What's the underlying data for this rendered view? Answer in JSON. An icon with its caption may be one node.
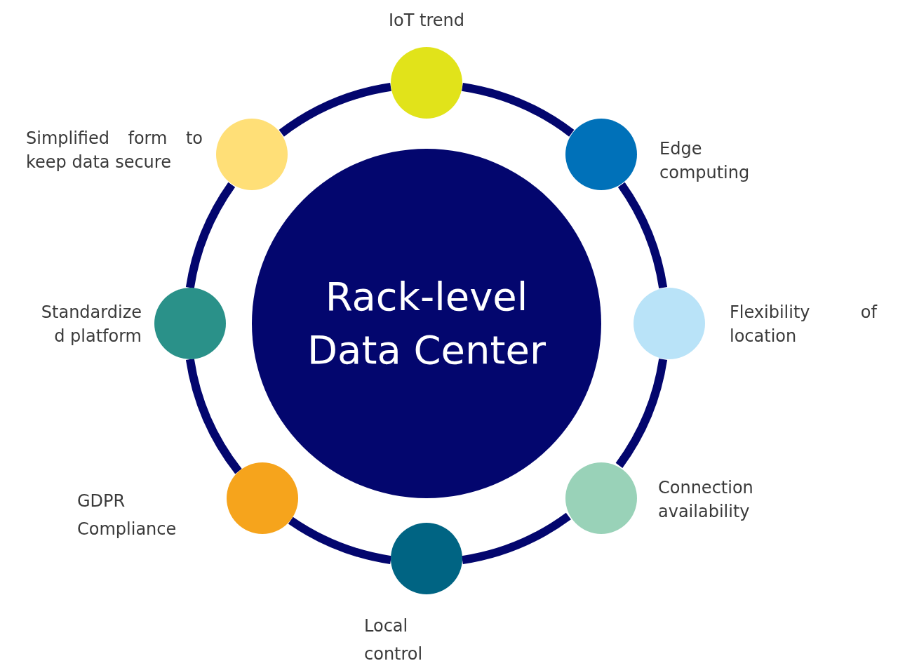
{
  "diagram": {
    "nodes": [
      {
        "text": [
          "Rack-level Data Center"
        ]
      },
      {
        "text": [],
        "shape": "circle",
        "beside": [
          "IoT trend"
        ]
      },
      {
        "text": [],
        "shape": "circle",
        "beside": [
          "Edge computing"
        ]
      },
      {
        "text": [],
        "shape": "circle",
        "beside": [
          "Flexibility of location"
        ]
      },
      {
        "text": [],
        "shape": "circle",
        "beside": [
          "Connection availability"
        ]
      },
      {
        "text": [],
        "shape": "circle",
        "beside": [
          "Local control"
        ]
      },
      {
        "text": [],
        "shape": "circle",
        "beside": [
          "GDPR Compliance"
        ]
      },
      {
        "text": [],
        "shape": "circle",
        "beside": [
          "Standardize d platform"
        ]
      },
      {
        "text": [],
        "shape": "circle",
        "beside": [
          "Simplified form to keep data secure"
        ]
      }
    ],
    "edges": [
      {
        "from": 1,
        "to": 2,
        "arrow": "none"
      },
      {
        "from": 2,
        "to": 3,
        "arrow": "none"
      },
      {
        "from": 3,
        "to": 4,
        "arrow": "none"
      },
      {
        "from": 4,
        "to": 5,
        "arrow": "none"
      },
      {
        "from": 5,
        "to": 6,
        "arrow": "none"
      },
      {
        "from": 6,
        "to": 7,
        "arrow": "none"
      },
      {
        "from": 7,
        "to": 8,
        "arrow": "none"
      },
      {
        "from": 8,
        "to": 1,
        "arrow": "none"
      }
    ]
  }
}
